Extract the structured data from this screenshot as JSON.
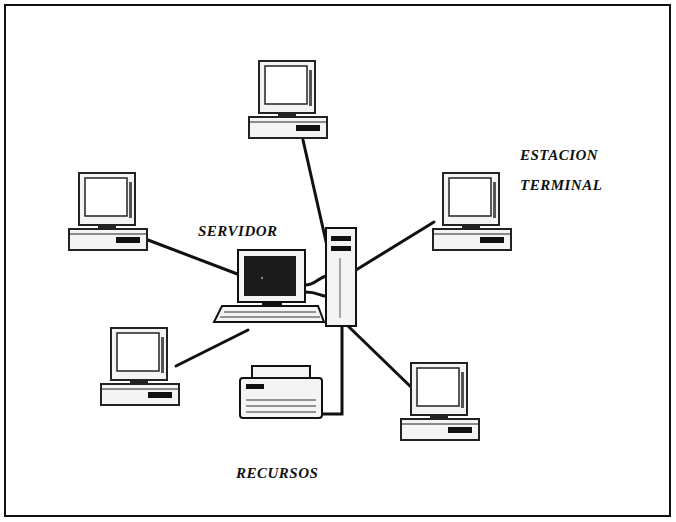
{
  "diagram": {
    "labels": [
      "ESTACION TERMINAL",
      "SERVIDOR",
      "RECURSOS"
    ]
  }
}
